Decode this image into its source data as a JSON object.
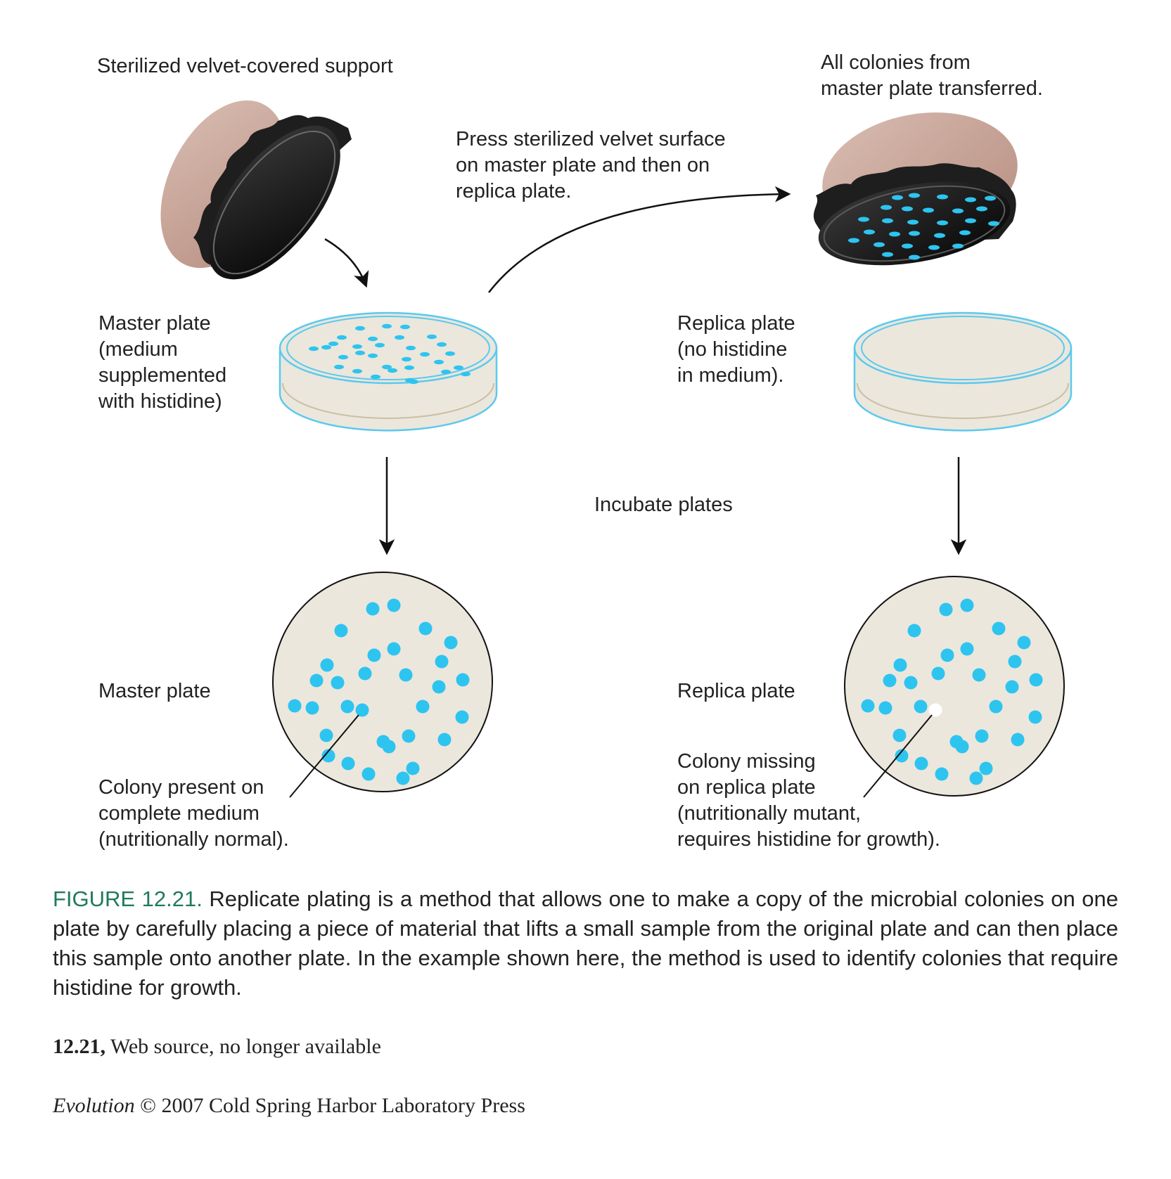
{
  "labels": {
    "velvet_support": "Sterilized velvet-covered support",
    "colonies_transferred": "All colonies from\nmaster plate transferred.",
    "press_instruction": "Press sterilized velvet surface\non master plate and then on\nreplica plate.",
    "master_plate_top": "Master plate\n(medium\nsupplemented\nwith histidine)",
    "replica_plate_top": "Replica plate\n(no histidine\nin medium).",
    "incubate": "Incubate plates",
    "master_plate_bottom": "Master plate",
    "replica_plate_bottom": "Replica plate",
    "colony_present": "Colony present on\ncomplete medium\n(nutritionally normal).",
    "colony_missing": "Colony missing\non replica plate\n(nutritionally mutant,\nrequires histidine for growth)."
  },
  "caption": {
    "label": "FIGURE 12.21.",
    "text": " Replicate plating is a method that allows one to make a copy of the microbial colonies on one plate by carefully placing a piece of material that lifts a small sample from the original plate and can then place this sample onto another plate. In the example shown here, the method is used to identify colonies that require histidine for growth."
  },
  "source": {
    "ref": "12.21,",
    "text": " Web source, no longer available"
  },
  "copyright": {
    "book": "Evolution",
    "text": " © 2007 Cold Spring Harbor Laboratory Press"
  },
  "colors": {
    "colony": "#2ec4f0",
    "medium": "#ebe7dc",
    "velvet": "#1c1c1c",
    "support": "#cfada1",
    "dish_rim": "#5cc9ee",
    "caption_label": "#1f7a5c"
  }
}
